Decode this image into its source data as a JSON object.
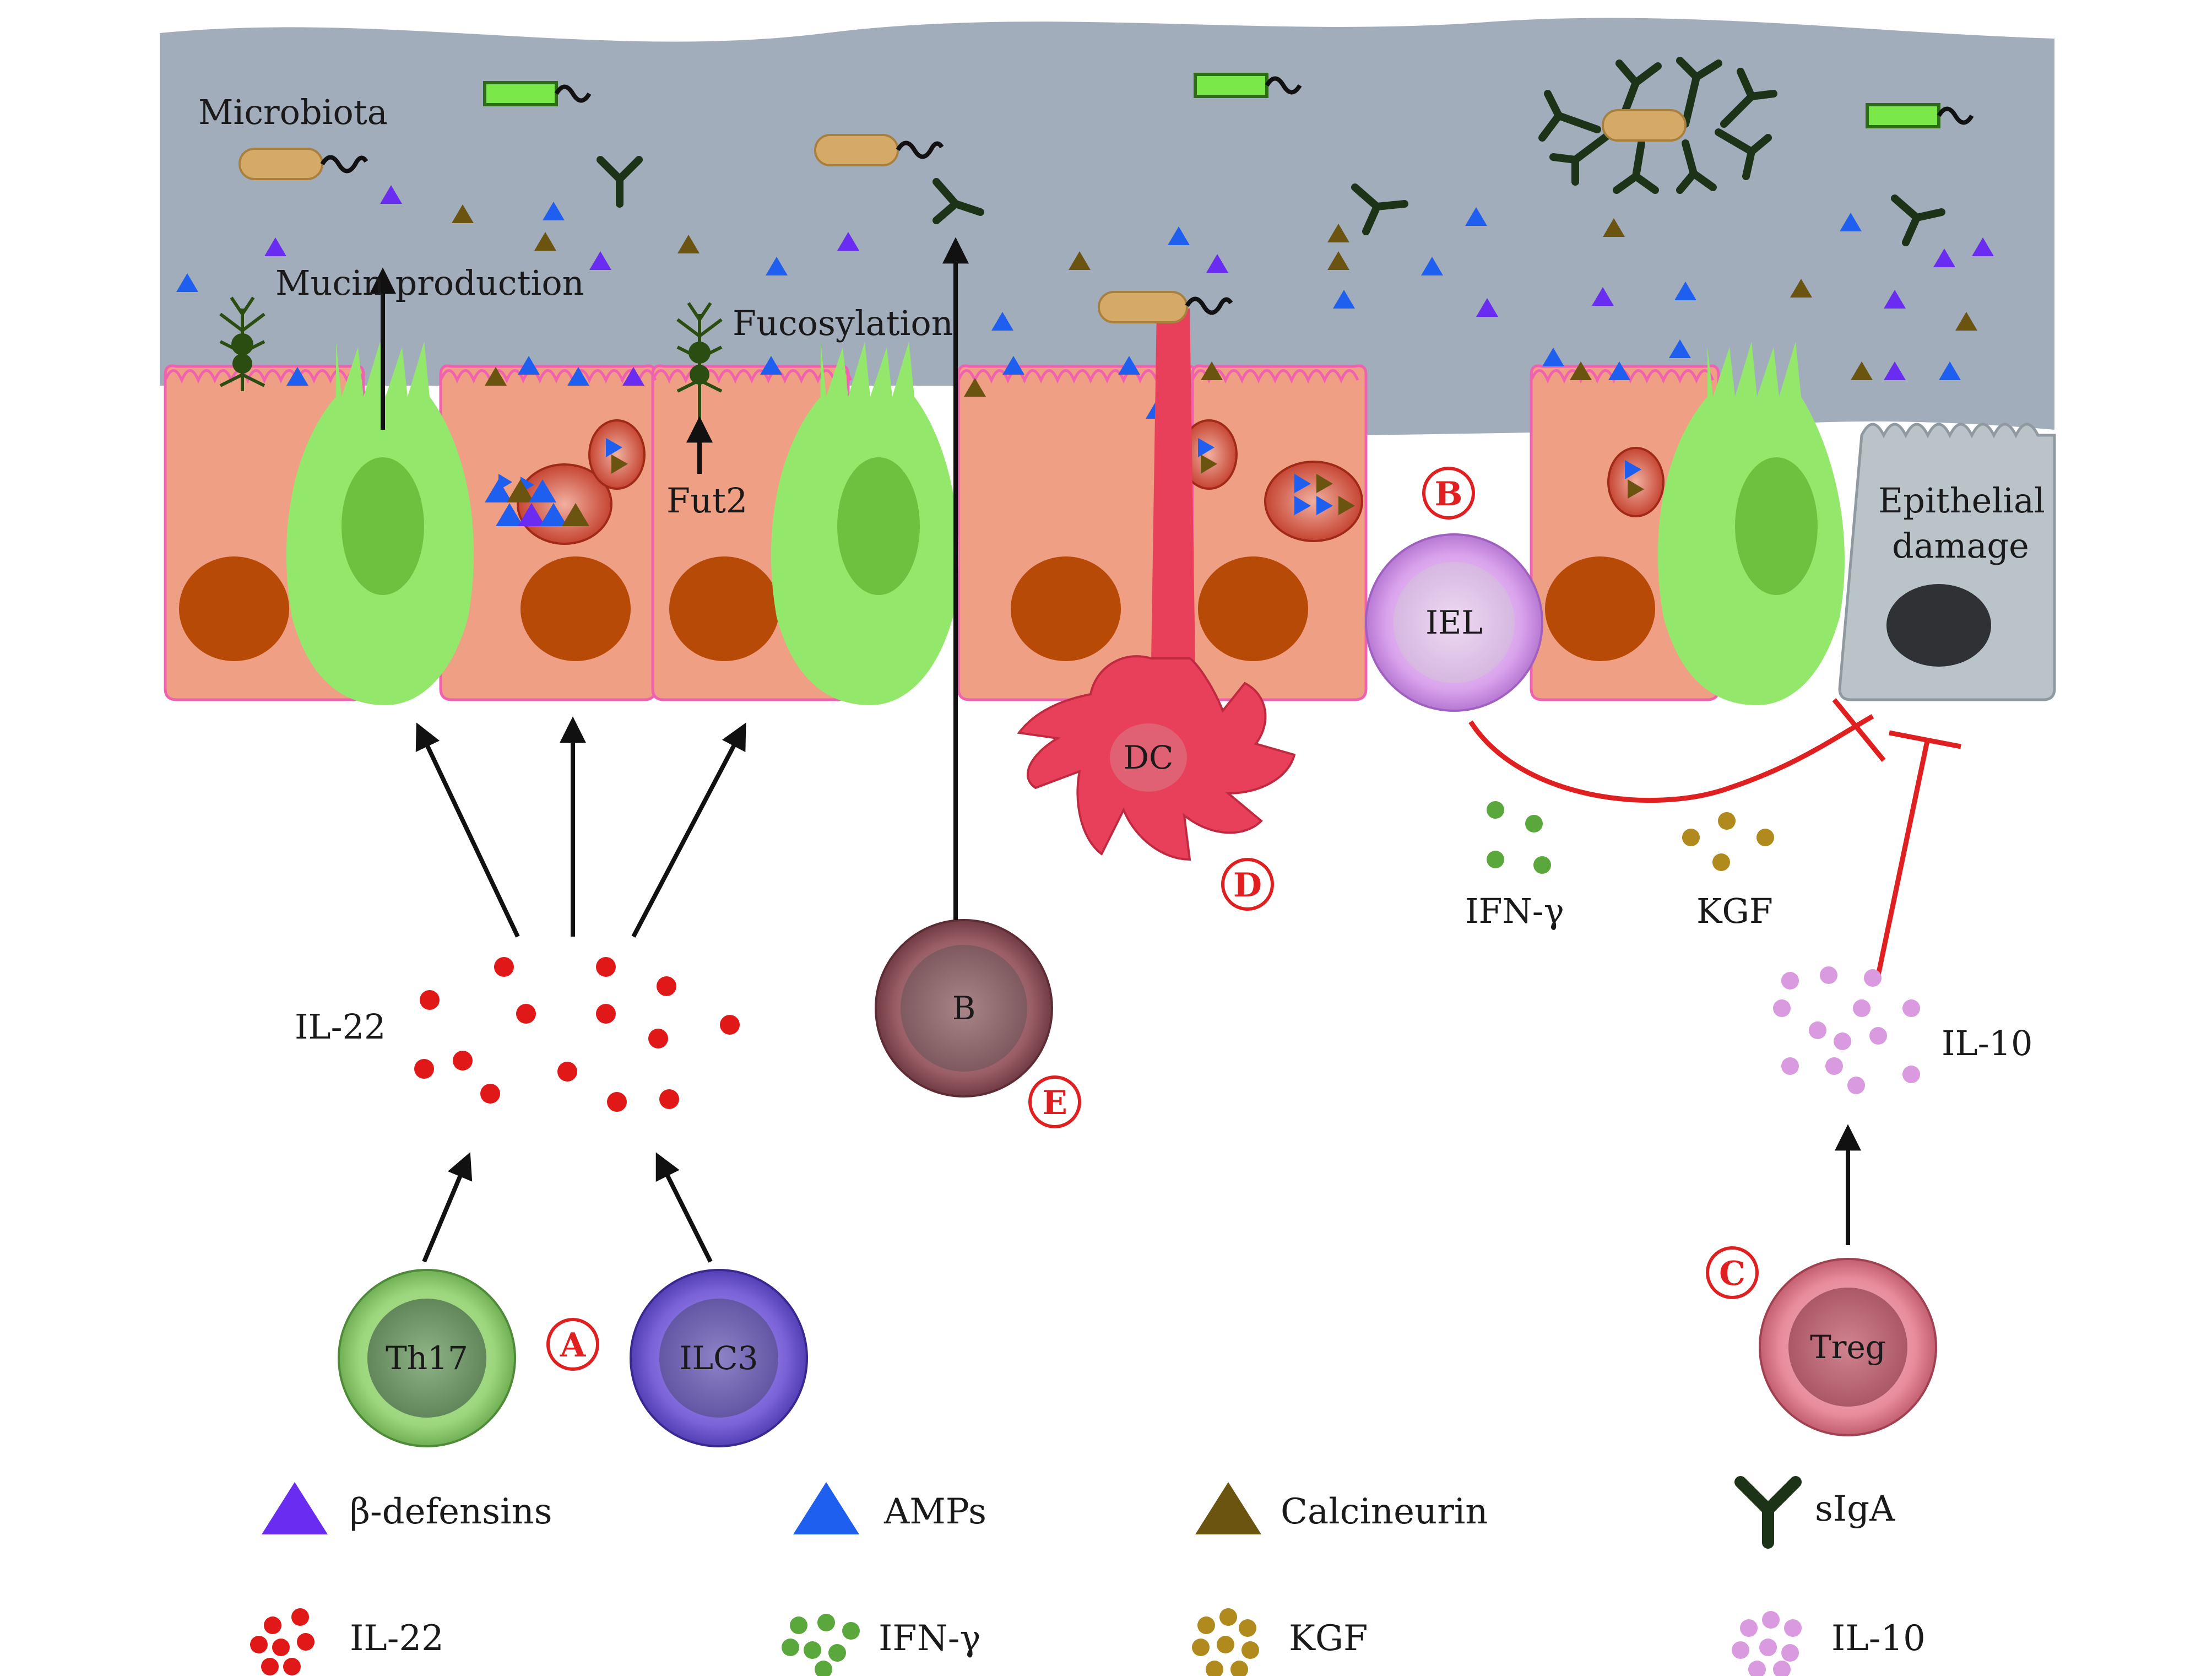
{
  "labels": {
    "microbiota": "Microbiota",
    "mucin_production": "Mucin production",
    "fucosylation": "Fucosylation",
    "fut2": "Fut2",
    "epithelial_damage_line1": "Epithelial",
    "epithelial_damage_line2": "damage",
    "il22": "IL-22",
    "ifn_gamma": "IFN-γ",
    "kgf": "KGF",
    "il10": "IL-10"
  },
  "cells": {
    "th17": "Th17",
    "ilc3": "ILC3",
    "b": "B",
    "dc": "DC",
    "iel": "IEL",
    "treg": "Treg"
  },
  "markers": {
    "a": "A",
    "b": "B",
    "c": "C",
    "d": "D",
    "e": "E"
  },
  "legend": [
    {
      "key": "beta_defensins",
      "label": "β-defensins",
      "icon": "triangle-purple",
      "color": "#6a2cf0"
    },
    {
      "key": "amps",
      "label": "AMPs",
      "icon": "triangle-blue",
      "color": "#1f5ff0"
    },
    {
      "key": "calcineurin",
      "label": "Calcineurin",
      "icon": "triangle-brown",
      "color": "#6b5410"
    },
    {
      "key": "siga",
      "label": "sIgA",
      "icon": "antibody-y",
      "color": "#1d3318"
    },
    {
      "key": "il22",
      "label": "IL-22",
      "icon": "dots-red",
      "color": "#e01818"
    },
    {
      "key": "ifn_gamma",
      "label": "IFN-γ",
      "icon": "dots-green",
      "color": "#5aa83c"
    },
    {
      "key": "kgf",
      "label": "KGF",
      "icon": "dots-gold",
      "color": "#b08a1c"
    },
    {
      "key": "il10",
      "label": "IL-10",
      "icon": "dots-pink",
      "color": "#d99ae0"
    }
  ],
  "colors": {
    "lumen": "#a2adbb",
    "enterocyte": "#ef9f84",
    "enterocyte_border": "#f062b0",
    "nucleus": "#b84a08",
    "goblet": "#93e86c",
    "goblet_nucleus": "#6cc23e",
    "damaged_cell": "#b9c3c8",
    "inhibition": "#e02020"
  }
}
